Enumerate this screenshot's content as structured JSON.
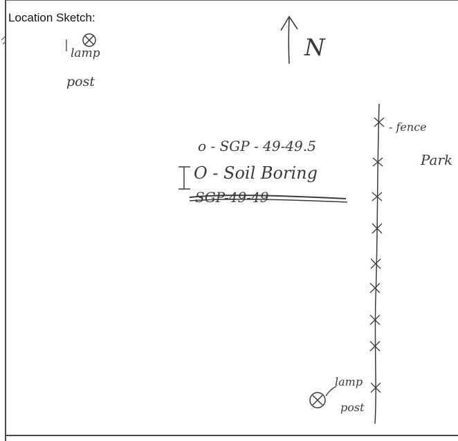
{
  "form": {
    "heading": "Location Sketch:"
  },
  "sketch": {
    "north_label": "N",
    "top_left_symbol": {
      "label_line1": "lamp",
      "label_line2": "post"
    },
    "legend": {
      "sample_line": "o - SGP - 49-49.5",
      "boring_line": "O - Soil Boring",
      "struck_line": "SGP-49-49"
    },
    "fence_label": "- fence",
    "park_label": "Park",
    "bottom_symbol": {
      "label_line1": "lamp",
      "label_line2": "post"
    }
  },
  "colors": {
    "ink": "#3a3a3a",
    "frame": "#4a4a4a",
    "paper": "#ffffff"
  }
}
